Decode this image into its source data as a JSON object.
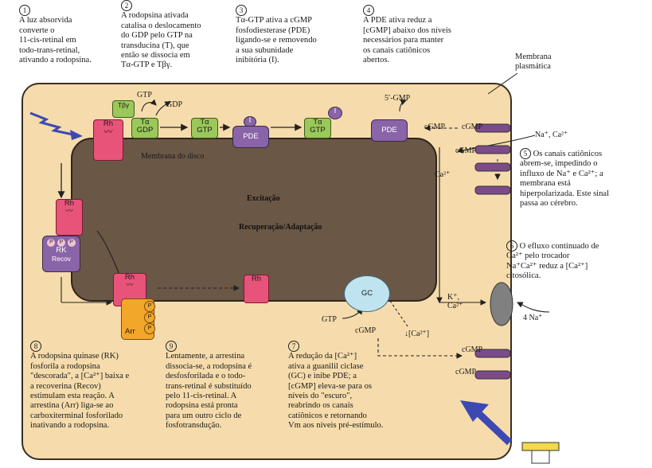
{
  "steps": {
    "s1": {
      "num": "1",
      "text": "A luz absorvida\nconverte o\n11-cis-retinal em\ntodo-trans-retinal,\nativando a rodopsina."
    },
    "s2": {
      "num": "2",
      "text": "A rodopsina ativada\ncatalisa o deslocamento\ndo GDP pelo GTP na\ntransducina (T), que\nentão se dissocia em\nTα-GTP e Tβγ."
    },
    "s3": {
      "num": "3",
      "text": "Tα-GTP ativa a cGMP\nfosfodiesterase (PDE)\nligando-se e removendo\na sua subunidade\ninibitória (I)."
    },
    "s4": {
      "num": "4",
      "text": "A PDE ativa reduz a\n[cGMP] abaixo dos níveis\nnecessários para manter\nos canais catiônicos\nabertos."
    },
    "s5": {
      "num": "5",
      "text": "Os canais catiônicos\nabrem-se, impedindo o\ninfluxo de Na⁺ e Ca²⁺; a\nmembrana está\nhiperpolarizada. Este sinal\npassa ao cérebro."
    },
    "s6": {
      "num": "6",
      "text": "O efluxo continuado de\nCa²⁺ pelo trocador\nNa⁺Ca²⁺ reduz a [Ca²⁺]\ncitosólica."
    },
    "s7": {
      "num": "7",
      "text": "A redução da [Ca²⁺]\nativa a guanilil ciclase\n(GC) e inibe PDE; a\n[cGMP] eleva-se para os\nníveis do \"escuro\",\nreabrindo os canais\ncatiônicos e retornando\nVm aos níveis pré-estímulo."
    },
    "s8": {
      "num": "8",
      "text": "A rodopsina quinase (RK)\nfosforila a rodopsina\n\"descorada\", a [Ca²⁺] baixa e\na recoverina (Recov)\nestimulam esta reação. A\narrestina (Arr) liga-se ao\ncarboxiterminal fosforilado\ninativando a rodopsina."
    },
    "s9": {
      "num": "9",
      "text": "Lentamente, a arrestina\ndissocia-se, a rodopsina é\ndesfosforilada e o todo-\ntrans-retinal é substituído\npelo 11-cis-retinal. A\nrodopsina está pronta\npara um outro ciclo de\nfosfotransdução."
    }
  },
  "labels": {
    "membrana_plasmatica": "Membrana\nplasmática",
    "membrana_disco": "Membrana do disco",
    "excitacao": "Excitação",
    "recuperacao": "Recuperação/Adaptação",
    "gtp_top": "GTP",
    "gdp_top": "GDP",
    "five_gmp": "5′-GMP",
    "cgmp_a": "cGMP",
    "cgmp_b": "cGMP",
    "cgmp_c": "cGMP",
    "cgmp_gc": "cGMP",
    "cgmp_d": "cGMP",
    "cgmp_e": "cGMP",
    "na_ca": "Na⁺, Ca²⁺",
    "ca_left": "Ca²⁺",
    "k_ca": "K⁺,\nCa²⁺",
    "four_na": "4 Na⁺",
    "gtp_gc": "GTP",
    "ca_conc": "↓[Ca²⁺]"
  },
  "chips": {
    "rh": "Rh",
    "tbg": "Tβγ",
    "ta_gdp": "Tα\nGDP",
    "ta_gtp": "Tα\nGTP",
    "i": "I",
    "pde": "PDE",
    "rk": "RK",
    "recov": "Recov",
    "p": "P",
    "arr": "Arr",
    "gc": "GC"
  },
  "colors": {
    "rh": "#e8537a",
    "transducin": "#9bc85a",
    "pde": "#8a64a8",
    "arrestin": "#f2a62a",
    "gc": "#bfe3ef",
    "channel": "#7b4b8a",
    "cytoplasm": "#f6dcac",
    "disc": "#6b5746"
  }
}
